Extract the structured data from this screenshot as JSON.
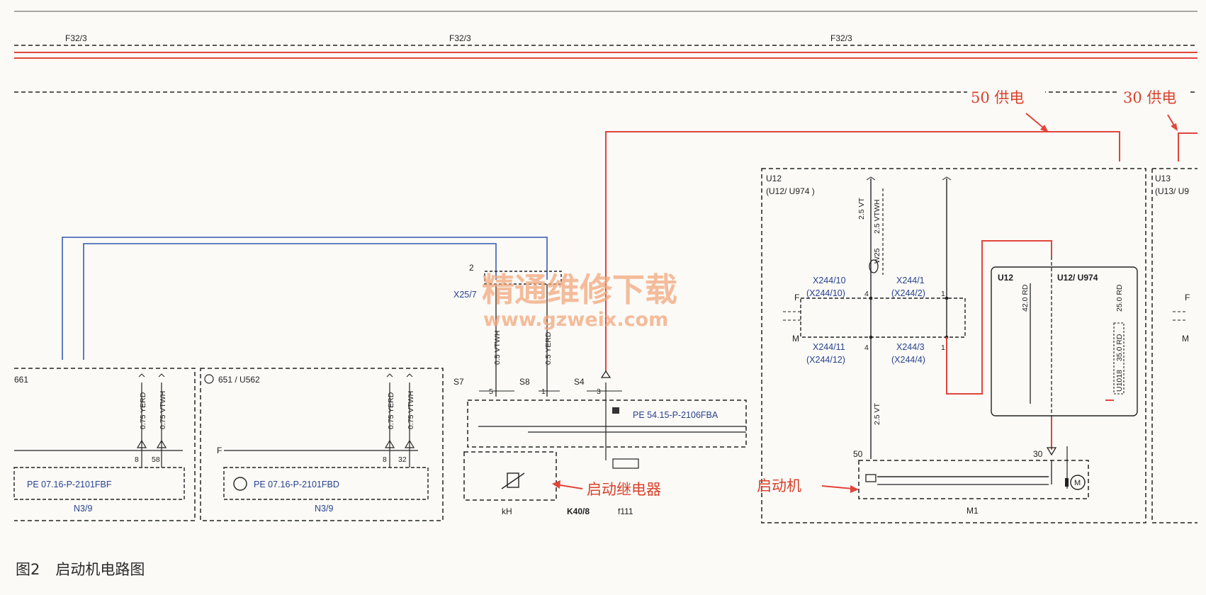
{
  "figure": {
    "number": "图2",
    "title": "启动机电路图"
  },
  "fuses": [
    "F32/3",
    "F32/3",
    "F32/3"
  ],
  "supply_labels": {
    "fifty": "50 供电",
    "thirty": "30 供电"
  },
  "annotations": {
    "starter_relay": "启动继电器",
    "starter_motor": "启动机"
  },
  "watermark": {
    "cn": "精通维修下载",
    "url": "www.gzweix.com"
  },
  "left_module_1": {
    "title": "661",
    "ref": "PE 07.16-P-2101FBF",
    "name": "N3/9",
    "wire1": "0.75 YERD",
    "wire2": "0.75 VTWH",
    "pin1": "8",
    "pin2": "58"
  },
  "left_module_2": {
    "title": "651 / U562",
    "ref": "PE 07.16-P-2101FBD",
    "name": "N3/9",
    "side": "F",
    "wire1": "0.75 YERD",
    "wire2": "0.75 VTWH",
    "pin1": "8",
    "pin2": "32"
  },
  "connector": {
    "name": "X25/7",
    "pin": "2",
    "wire1": "0.5 VTWH",
    "wire2": "0.5 YERD"
  },
  "relay": {
    "s7": "S7",
    "s8": "S8",
    "s4": "S4",
    "p5": "5",
    "p1": "1",
    "p3": "3",
    "ref": "PE 54.15-P-2106FBA",
    "kh": "kH",
    "k40": "K40/8",
    "f111": "f111"
  },
  "u12": {
    "title": "U12",
    "sub": "(U12/ U974 )",
    "x244_10": "X244/10",
    "x244_10b": "(X244/10)",
    "x244_1": "X244/1",
    "x244_1b": "(X244/2)",
    "x244_11": "X244/11",
    "x244_11b": "(X244/12)",
    "x244_3": "X244/3",
    "x244_3b": "(X244/4)",
    "f": "F",
    "m": "M",
    "p4a": "4",
    "p4b": "4",
    "p1a": "1",
    "p1b": "1",
    "wire_vt_top": "2.5 VT",
    "wire_vtwh": "2.5 VTWH",
    "wire_vt_bot": "2.5 VT",
    "part_w": "W25",
    "inner_u12": "U12",
    "inner_u12u974": "U12/ U974",
    "wire_rd42": "42.0 RD",
    "wire_rd25": "25.0 RD",
    "wire_rd35": "35.0 RD",
    "u1018": "U1018",
    "t50": "50",
    "t30": "30",
    "m1": "M1"
  },
  "u13": {
    "title": "U13",
    "sub": "(U13/ U9",
    "f": "F",
    "m": "M"
  },
  "colors": {
    "red_wire": "#e0453a",
    "blue_wire": "#4e6fb8",
    "dash_line": "#2a2a2a",
    "annotation": "#d8412a",
    "watermark": "#f2a77c"
  }
}
